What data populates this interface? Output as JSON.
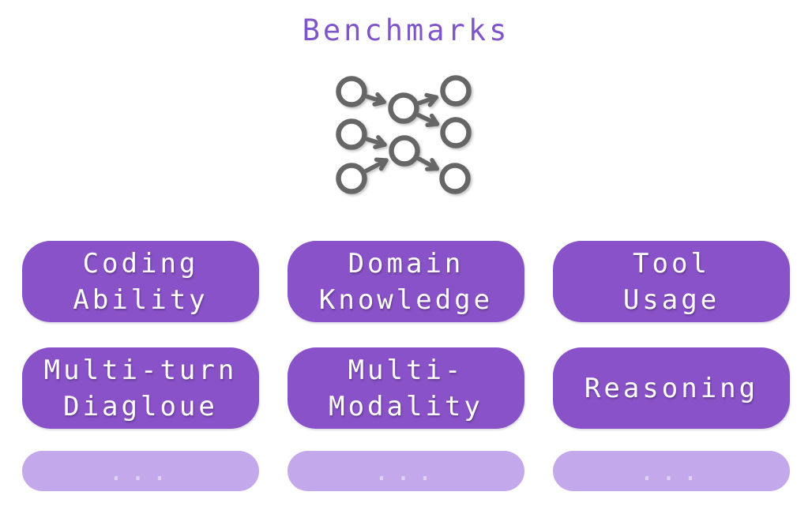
{
  "title": "Benchmarks",
  "colors": {
    "background": "#FFFFFF",
    "title_text": "#7E55CB",
    "benchmark_pill_bg": "#8A52C8",
    "benchmark_pill_text": "#FFFFFF",
    "placeholder_pill_bg": "#C4A8EC",
    "placeholder_pill_text": "#DDD1F2",
    "network_node_stroke": "#666666",
    "network_node_fill": "#FFFFFF"
  },
  "network_icon": {
    "name": "neural-network-diagram",
    "layers": "3-2-3"
  },
  "benchmarks": [
    {
      "lines": [
        "Coding",
        "Ability"
      ]
    },
    {
      "lines": [
        "Domain",
        "Knowledge"
      ]
    },
    {
      "lines": [
        "Tool",
        "Usage"
      ]
    },
    {
      "lines": [
        "Multi-turn",
        "Diagloue"
      ]
    },
    {
      "lines": [
        "Multi-",
        "Modality"
      ]
    },
    {
      "lines": [
        "Reasoning"
      ]
    }
  ],
  "placeholders": [
    {
      "label": "..."
    },
    {
      "label": "..."
    },
    {
      "label": "..."
    }
  ]
}
